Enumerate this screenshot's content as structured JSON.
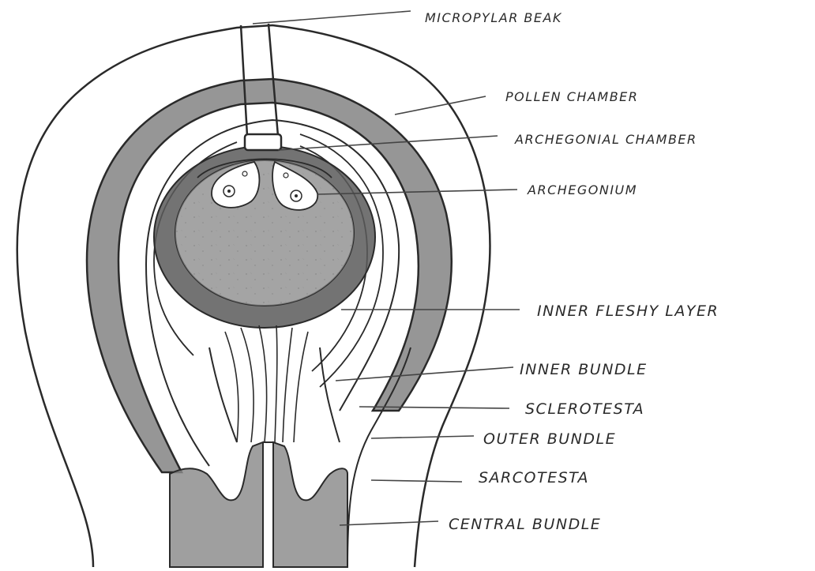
{
  "diagram": {
    "labels": {
      "micropylar_beak": "MICROPYLAR BEAK",
      "pollen_chamber": "POLLEN CHAMBER",
      "archegonial_chamber": "ARCHEGONIAL CHAMBER",
      "archegonium": "ARCHEGONIUM",
      "inner_fleshy_layer": "INNER FLESHY LAYER",
      "inner_bundle": "INNER BUNDLE",
      "sclerotesta": "SCLEROTESTA",
      "outer_bundle": "OUTER BUNDLE",
      "sarcotesta": "SARCOTESTA",
      "central_bundle": "CENTRAL BUNDLE"
    },
    "colors": {
      "ink": "#2a2a2a",
      "sclerotesta_shade": "#6e6e6e",
      "bundle_shade": "#8a8a8a",
      "background": "#ffffff"
    }
  }
}
